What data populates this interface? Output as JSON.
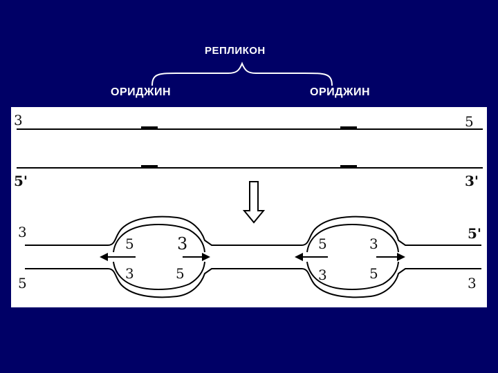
{
  "header": {
    "replicon": "РЕПЛИКОН",
    "origin_left": "ОРИДЖИН",
    "origin_right": "ОРИДЖИН"
  },
  "colors": {
    "background": "#000066",
    "panel": "#ffffff",
    "ink": "#000000"
  },
  "strands_top": {
    "upper_left": "3",
    "upper_right": "5",
    "lower_left": "5'",
    "lower_right": "3'"
  },
  "strands_bottom": {
    "upper_left": "3",
    "upper_right": "5'",
    "lower_left": "5",
    "lower_right": "3"
  },
  "bubble_left": {
    "top_left": "5",
    "top_right": "3",
    "bottom_left": "3",
    "bottom_right": "5"
  },
  "bubble_right": {
    "top_left": "5",
    "top_right": "3",
    "bottom_left": "3",
    "bottom_right": "5"
  }
}
